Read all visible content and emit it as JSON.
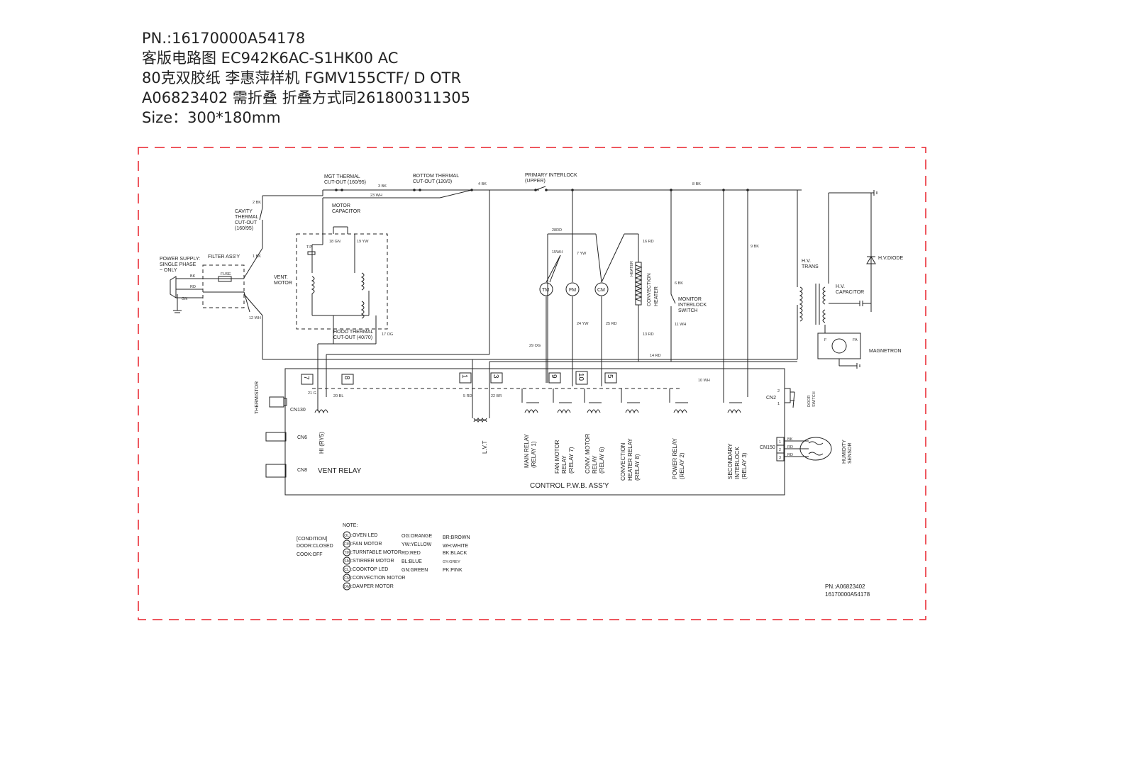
{
  "header": {
    "line1": "PN.:16170000A54178",
    "line2": "客版电路图 EC942K6AC-S1HK00 AC",
    "line3": "80克双胶纸 李惠萍样机 FGMV155CTF/ D OTR",
    "line4": "A06823402 需折叠 折叠方式同261800311305",
    "line5": "Size：300*180mm"
  },
  "diagram": {
    "power_supply": [
      "POWER SUPPLY:",
      "SINGLE PHASE",
      "~ ONLY"
    ],
    "filter_assy": "FILTER ASS'Y",
    "fuse": "FUSE",
    "mgt_thermal": [
      "MGT THERMAL",
      "CUT-OUT (160/95)"
    ],
    "bottom_thermal": [
      "BOTTOM THERMAL",
      "CUT-OUT (120/0)"
    ],
    "primary_interlock": [
      "PRIMARY INTERLOCK",
      "(UPPER)"
    ],
    "cavity_thermal": [
      "CAVITY",
      "THERMAL",
      "CUT-OUT",
      "(160/95)"
    ],
    "motor_capacitor": [
      "MOTOR",
      "CAPACITOR"
    ],
    "vent_motor": [
      "VENT.",
      "MOTOR"
    ],
    "tp": "T.P",
    "hood_thermal": [
      "HOOD THERMAL",
      "CUT-OUT (40/70)"
    ],
    "convection_heater": [
      "CONVECTION",
      "HEATER"
    ],
    "heater_vert_small": "HEATER",
    "monitor_interlock": [
      "MONITOR",
      "INTERLOCK",
      "SWITCH"
    ],
    "hv_trans": [
      "H.V.",
      "TRANS"
    ],
    "hv_capacitor": [
      "H.V.",
      "CAPACITOR"
    ],
    "hv_diode": "H.V.DIODE",
    "magnetron": "MAGNETRON",
    "motors": {
      "tm": "TM",
      "fm": "FM",
      "cm": "CM"
    },
    "wires": {
      "w2": "2 BK",
      "w3": "3 BK",
      "w4": "4 BK",
      "w8": "8 BK",
      "w23": "23 WH",
      "w1": "1 BK",
      "w12": "12 WH",
      "w18": "18 GN",
      "w19": "19 YW",
      "w28": "28RD",
      "w15": "15WH",
      "w7": "7 YW",
      "w16": "16 RD",
      "w9": "9 BK",
      "w6": "6 BK",
      "w11": "11 WH",
      "w24": "24 YW",
      "w25": "25 RD",
      "w13": "13 RD",
      "w29": "29 OG",
      "w17": "17 OG",
      "w14": "14 RD",
      "w10": "10 WH",
      "w21": "21 G",
      "w20": "20 BL",
      "w5": "5 RD",
      "w22": "22 BR",
      "bk": "BK",
      "rd": "RD",
      "gn": "GN"
    },
    "f": "F",
    "fa": "FA",
    "pins": [
      "7",
      "8",
      "1",
      "3",
      "9",
      "10",
      "5"
    ],
    "thermistor": "THERMISTOR",
    "cn130": "CN130",
    "cn6": "CN6",
    "cn8": "CN8",
    "cn2": "CN2",
    "cn150": "CN150",
    "vent_relay": "VENT RELAY",
    "hi_ry5": "HI (RY5)",
    "lvt": "L.V.T",
    "relays": {
      "main": [
        "MAIN RELAY",
        "(RELAY 1)"
      ],
      "fan": [
        "FAN MOTOR",
        "RELAY",
        "(RELAY 7)"
      ],
      "conv_motor": [
        "CONV. MOTOR",
        "RELAY",
        "(RELAY 6)"
      ],
      "conv_heater": [
        "CONVECTION",
        "HEATER RELAY",
        "(RELAY 8)"
      ],
      "power": [
        "POWER RELAY",
        "(RELAY 2)"
      ],
      "secondary": [
        "SECONDARY",
        "INTERLOCK",
        "(RELAY 3)"
      ]
    },
    "door_switch": [
      "DOOR",
      "SWITCH"
    ],
    "humidity_sensor": [
      "HUMIDITY",
      "SENSOR"
    ],
    "cn150_labels": [
      "BK",
      "RD",
      "RD"
    ],
    "cn2_pins": [
      "2",
      "1"
    ],
    "cn150_pins": [
      "1",
      "2",
      "3"
    ],
    "control_pwb": "CONTROL P.W.B. ASS'Y",
    "pn_block": [
      "PN.:A06823402",
      "16170000A54178"
    ]
  },
  "notes": {
    "title": "NOTE:",
    "condition": [
      "[CONDITION]",
      "DOOR:CLOSED",
      "COOK:OFF"
    ],
    "symbols": [
      {
        "abbr": "OL",
        "text": ":OVEN LED"
      },
      {
        "abbr": "FM",
        "text": ":FAN MOTOR"
      },
      {
        "abbr": "TM",
        "text": ":TURNTABLE MOTOR"
      },
      {
        "abbr": "SM",
        "text": ":STIRRER MOTOR"
      },
      {
        "abbr": "CL",
        "text": ":COOKTOP LED"
      },
      {
        "abbr": "CM",
        "text": ":CONVECTION MOTOR"
      },
      {
        "abbr": "DM",
        "text": ":DAMPER MOTOR"
      }
    ],
    "colors_col1": [
      "OG:ORANGE",
      "YW:YELLOW",
      "RD:RED",
      "BL:BLUE",
      "GN:GREEN"
    ],
    "colors_col2": [
      "BR:BROWN",
      "WH:WHITE",
      "BK:BLACK",
      "GY:GREY",
      "PK:PINK"
    ]
  },
  "colors": {
    "border": "#e8202a",
    "line": "#222222"
  }
}
